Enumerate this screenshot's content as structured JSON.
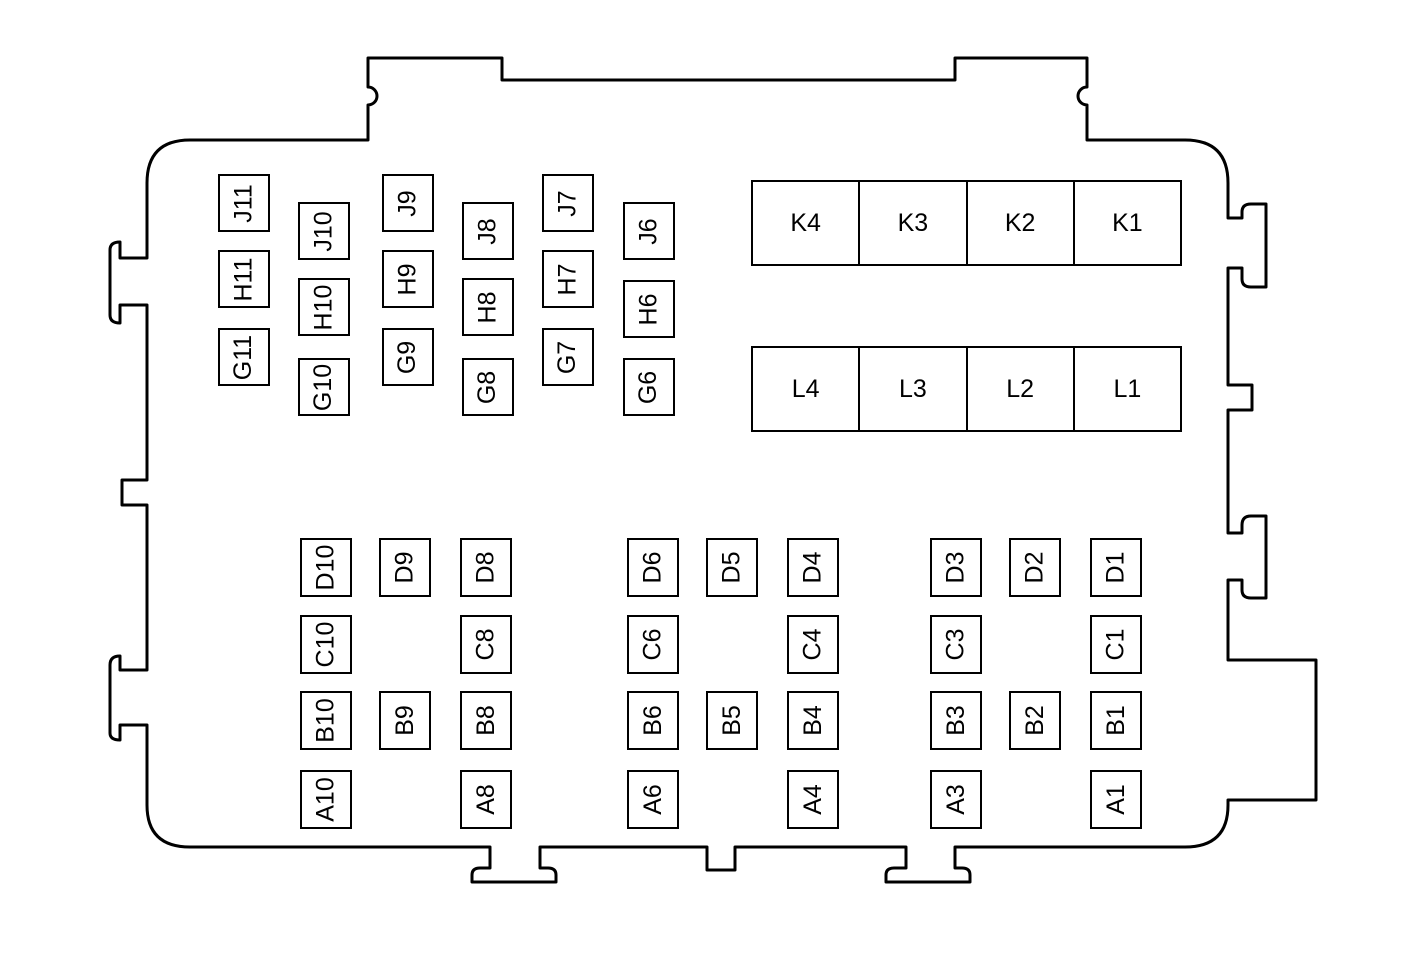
{
  "fuses": [
    {
      "id": "J11",
      "col": "11",
      "row": "J"
    },
    {
      "id": "H11",
      "col": "11",
      "row": "H"
    },
    {
      "id": "G11",
      "col": "11",
      "row": "G"
    },
    {
      "id": "J10",
      "col": "10",
      "row": "J"
    },
    {
      "id": "H10",
      "col": "10",
      "row": "H"
    },
    {
      "id": "G10",
      "col": "10",
      "row": "G"
    },
    {
      "id": "J9",
      "col": "9",
      "row": "J"
    },
    {
      "id": "H9",
      "col": "9",
      "row": "H"
    },
    {
      "id": "G9",
      "col": "9",
      "row": "G"
    },
    {
      "id": "J8",
      "col": "8",
      "row": "J"
    },
    {
      "id": "H8",
      "col": "8",
      "row": "H"
    },
    {
      "id": "G8",
      "col": "8",
      "row": "G"
    },
    {
      "id": "J7",
      "col": "7",
      "row": "J"
    },
    {
      "id": "H7",
      "col": "7",
      "row": "H"
    },
    {
      "id": "G7",
      "col": "7",
      "row": "G"
    },
    {
      "id": "J6",
      "col": "6",
      "row": "J"
    },
    {
      "id": "H6",
      "col": "6",
      "row": "H"
    },
    {
      "id": "G6",
      "col": "6",
      "row": "G"
    },
    {
      "id": "D10",
      "col": "10",
      "row": "D"
    },
    {
      "id": "C10",
      "col": "10",
      "row": "C"
    },
    {
      "id": "B10",
      "col": "10",
      "row": "B"
    },
    {
      "id": "A10",
      "col": "10",
      "row": "A"
    },
    {
      "id": "D9",
      "col": "9",
      "row": "D"
    },
    {
      "id": "B9",
      "col": "9",
      "row": "B"
    },
    {
      "id": "D8",
      "col": "8",
      "row": "D"
    },
    {
      "id": "C8",
      "col": "8",
      "row": "C"
    },
    {
      "id": "B8",
      "col": "8",
      "row": "B"
    },
    {
      "id": "A8",
      "col": "8",
      "row": "A"
    },
    {
      "id": "D6",
      "col": "6",
      "row": "D"
    },
    {
      "id": "C6",
      "col": "6",
      "row": "C"
    },
    {
      "id": "B6",
      "col": "6",
      "row": "B"
    },
    {
      "id": "A6",
      "col": "6",
      "row": "A"
    },
    {
      "id": "D5",
      "col": "5",
      "row": "D"
    },
    {
      "id": "B5",
      "col": "5",
      "row": "B"
    },
    {
      "id": "D4",
      "col": "4",
      "row": "D"
    },
    {
      "id": "C4",
      "col": "4",
      "row": "C"
    },
    {
      "id": "B4",
      "col": "4",
      "row": "B"
    },
    {
      "id": "A4",
      "col": "4",
      "row": "A"
    },
    {
      "id": "D3",
      "col": "3",
      "row": "D"
    },
    {
      "id": "C3",
      "col": "3",
      "row": "C"
    },
    {
      "id": "B3",
      "col": "3",
      "row": "B"
    },
    {
      "id": "A3",
      "col": "3",
      "row": "A"
    },
    {
      "id": "D2",
      "col": "2",
      "row": "D"
    },
    {
      "id": "B2",
      "col": "2",
      "row": "B"
    },
    {
      "id": "D1",
      "col": "1",
      "row": "D"
    },
    {
      "id": "C1",
      "col": "1",
      "row": "C"
    },
    {
      "id": "B1",
      "col": "1",
      "row": "B"
    },
    {
      "id": "A1",
      "col": "1",
      "row": "A"
    }
  ],
  "relays": {
    "k_row": [
      "K4",
      "K3",
      "K2",
      "K1"
    ],
    "l_row": [
      "L4",
      "L3",
      "L2",
      "L1"
    ]
  }
}
